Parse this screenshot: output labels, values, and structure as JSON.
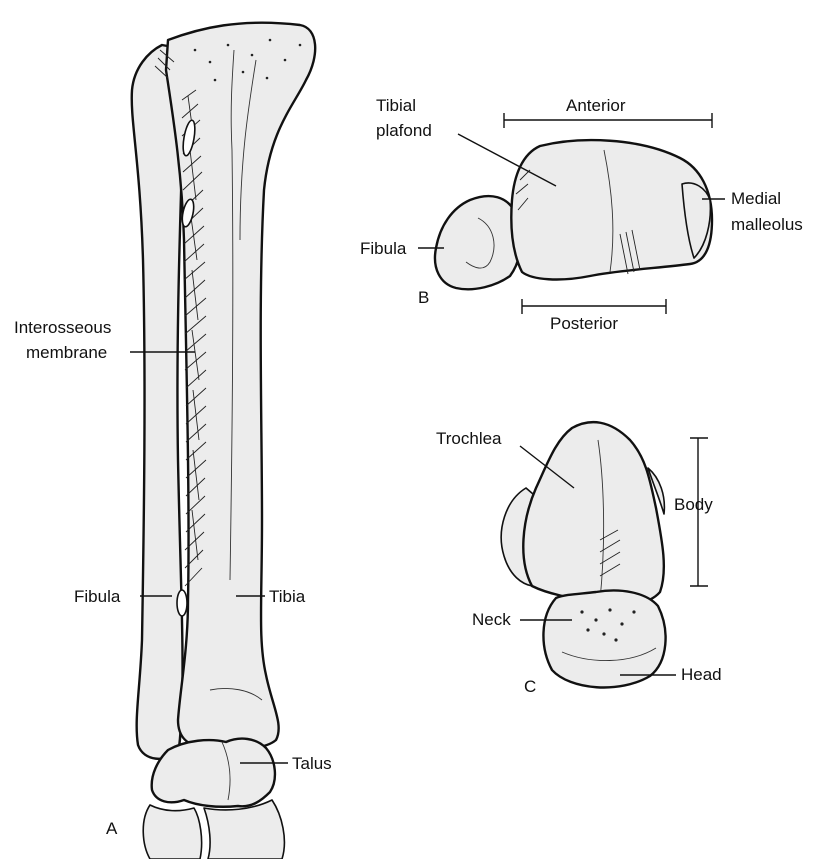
{
  "panels": {
    "a": {
      "letter": "A",
      "labels": {
        "interosseous_line1": "Interosseous",
        "interosseous_line2": "membrane",
        "fibula": "Fibula",
        "tibia": "Tibia",
        "talus": "Talus"
      }
    },
    "b": {
      "letter": "B",
      "labels": {
        "tibial_line1": "Tibial",
        "tibial_line2": "plafond",
        "anterior": "Anterior",
        "medial_line1": "Medial",
        "medial_line2": "malleolus",
        "fibula": "Fibula",
        "posterior": "Posterior"
      }
    },
    "c": {
      "letter": "C",
      "labels": {
        "trochlea": "Trochlea",
        "body": "Body",
        "neck": "Neck",
        "head": "Head"
      }
    }
  }
}
